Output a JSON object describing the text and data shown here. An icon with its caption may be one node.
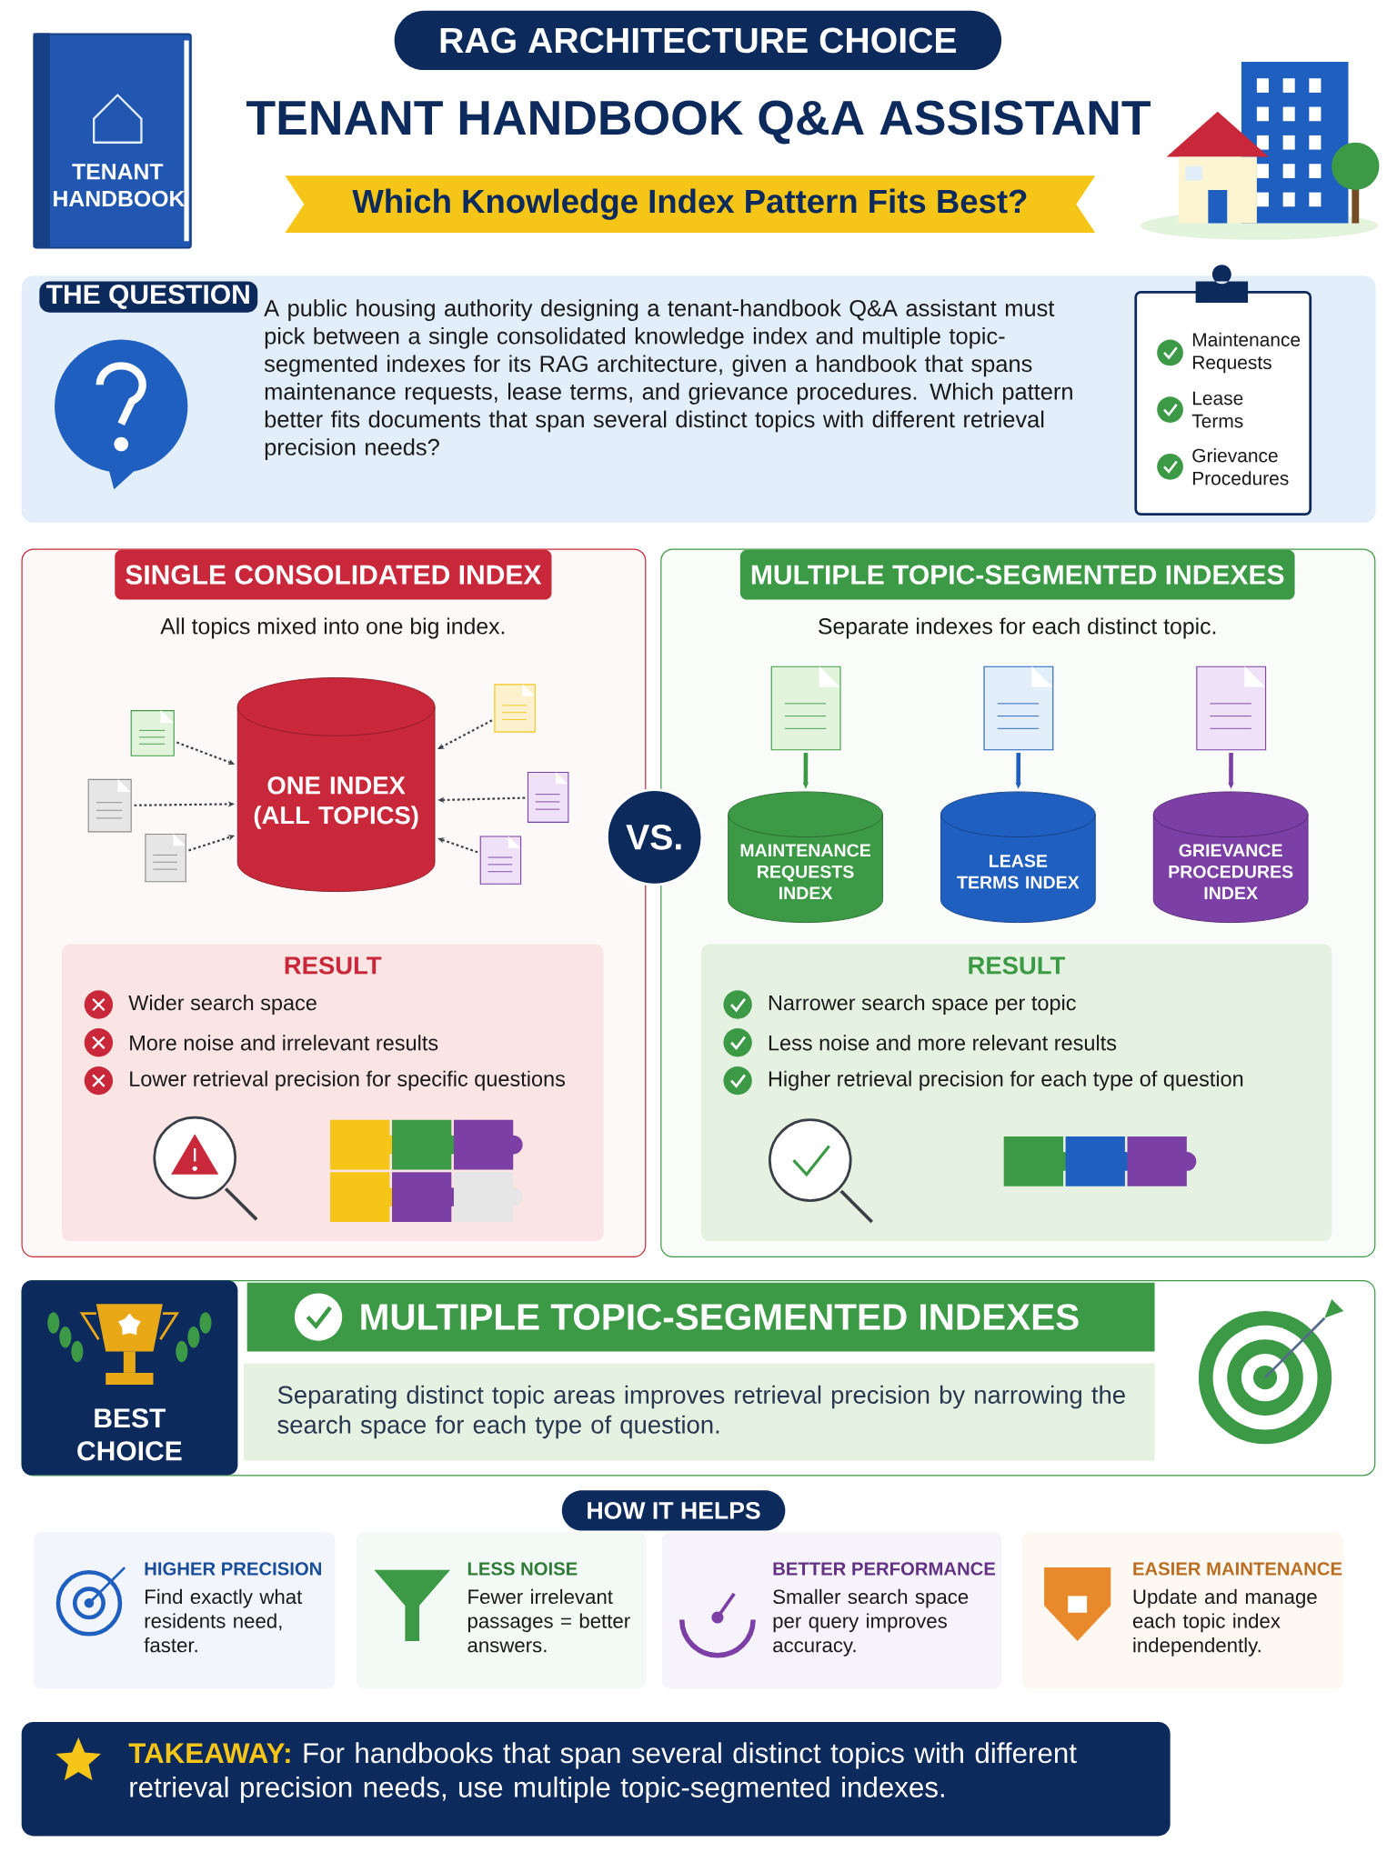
{
  "diagram": {
    "title": "TENANT HANDBOOK Q&A ASSISTANT",
    "nodes": [
      {
        "text": [
          "TENANT HANDBOOK"
        ]
      },
      {
        "text": [
          "RAG ARCHITECTURE CHOICE"
        ]
      },
      {
        "text": [
          "Which Knowledge Index Pattern Fits Best?"
        ]
      },
      {
        "text": [
          "THE QUESTION",
          "A public housing authority designing a tenant-handbook Q&A assistant must pick between a single consolidated knowledge index and multiple topic-segmented indexes for its RAG architecture, given a handbook that spans maintenance requests, lease terms, and grievance procedures. Which pattern better fits documents that span several distinct topics with different retrieval precision needs?"
        ]
      },
      {
        "text": [
          "Maintenance Requests",
          "Lease Terms",
          "Grievance Procedures"
        ],
        "in": 3
      },
      {
        "text": [
          "SINGLE CONSOLIDATED INDEX",
          "All topics mixed into one big index."
        ]
      },
      {
        "text": [],
        "shape": "picture",
        "in": 5
      },
      {
        "text": [],
        "shape": "picture",
        "in": 5
      },
      {
        "text": [],
        "shape": "picture",
        "in": 5
      },
      {
        "text": [
          "ONE INDEX (ALL TOPICS)"
        ],
        "in": 5
      },
      {
        "text": [],
        "shape": "picture",
        "in": 5
      },
      {
        "text": [],
        "shape": "picture",
        "in": 5
      },
      {
        "text": [],
        "shape": "picture",
        "in": 5
      },
      {
        "text": [
          "RESULT",
          "Wider search space",
          "More noise and irrelevant results",
          "Lower retrieval precision for specific questions"
        ],
        "in": 5
      },
      {
        "text": [
          "VS."
        ]
      },
      {
        "text": [
          "MULTIPLE TOPIC-SEGMENTED INDEXES",
          "Separate indexes for each distinct topic."
        ]
      },
      {
        "text": [],
        "shape": "picture",
        "in": 15
      },
      {
        "text": [],
        "shape": "picture",
        "in": 15
      },
      {
        "text": [],
        "shape": "picture",
        "in": 15
      },
      {
        "text": [
          "MAINTENANCE REQUESTS INDEX"
        ],
        "in": 15
      },
      {
        "text": [
          "LEASE TERMS INDEX"
        ],
        "in": 15
      },
      {
        "text": [
          "GRIEVANCE PROCEDURES INDEX"
        ],
        "in": 15
      },
      {
        "text": [
          "RESULT",
          "Narrower search space per topic",
          "Less noise and more relevant results",
          "Higher retrieval precision for each type of question"
        ],
        "in": 15
      },
      {
        "text": [
          "MULTIPLE TOPIC-SEGMENTED INDEXES",
          "Separating distinct topic areas improves retrieval precision by narrowing the search space for each type of question."
        ]
      },
      {
        "text": [
          "BEST CHOICE"
        ],
        "in": 23
      },
      {
        "text": [
          "HOW IT HELPS"
        ]
      },
      {
        "text": [
          "HIGHER PRECISION",
          "Find exactly what residents need, faster."
        ]
      },
      {
        "text": [
          "LESS NOISE",
          "Fewer irrelevant passages = better answers."
        ]
      },
      {
        "text": [
          "BETTER PERFORMANCE",
          "Smaller search space per query improves accuracy."
        ]
      },
      {
        "text": [
          "EASIER MAINTENANCE",
          "Update and manage each topic index independently."
        ]
      },
      {
        "text": [
          "TAKEAWAY:",
          "For handbooks that span several distinct topics with different retrieval precision needs, use multiple topic-segmented indexes."
        ]
      }
    ],
    "edges": [
      {
        "from": 6,
        "to": 9,
        "arrow": "to",
        "style": "dashed"
      },
      {
        "from": 7,
        "to": 9,
        "arrow": "to",
        "style": "dashed"
      },
      {
        "from": 8,
        "to": 9,
        "arrow": "to",
        "style": "dashed"
      },
      {
        "from": 10,
        "to": 9,
        "arrow": "to",
        "style": "dashed"
      },
      {
        "from": 11,
        "to": 9,
        "arrow": "to",
        "style": "dashed"
      },
      {
        "from": 12,
        "to": 9,
        "arrow": "to",
        "style": "dashed"
      },
      {
        "from": 16,
        "to": 19,
        "arrow": "to",
        "color": "#3c9a46"
      },
      {
        "from": 17,
        "to": 20,
        "arrow": "to",
        "color": "#1f5fbf"
      },
      {
        "from": 18,
        "to": 21,
        "arrow": "to",
        "color": "#7b3fa6"
      }
    ]
  }
}
